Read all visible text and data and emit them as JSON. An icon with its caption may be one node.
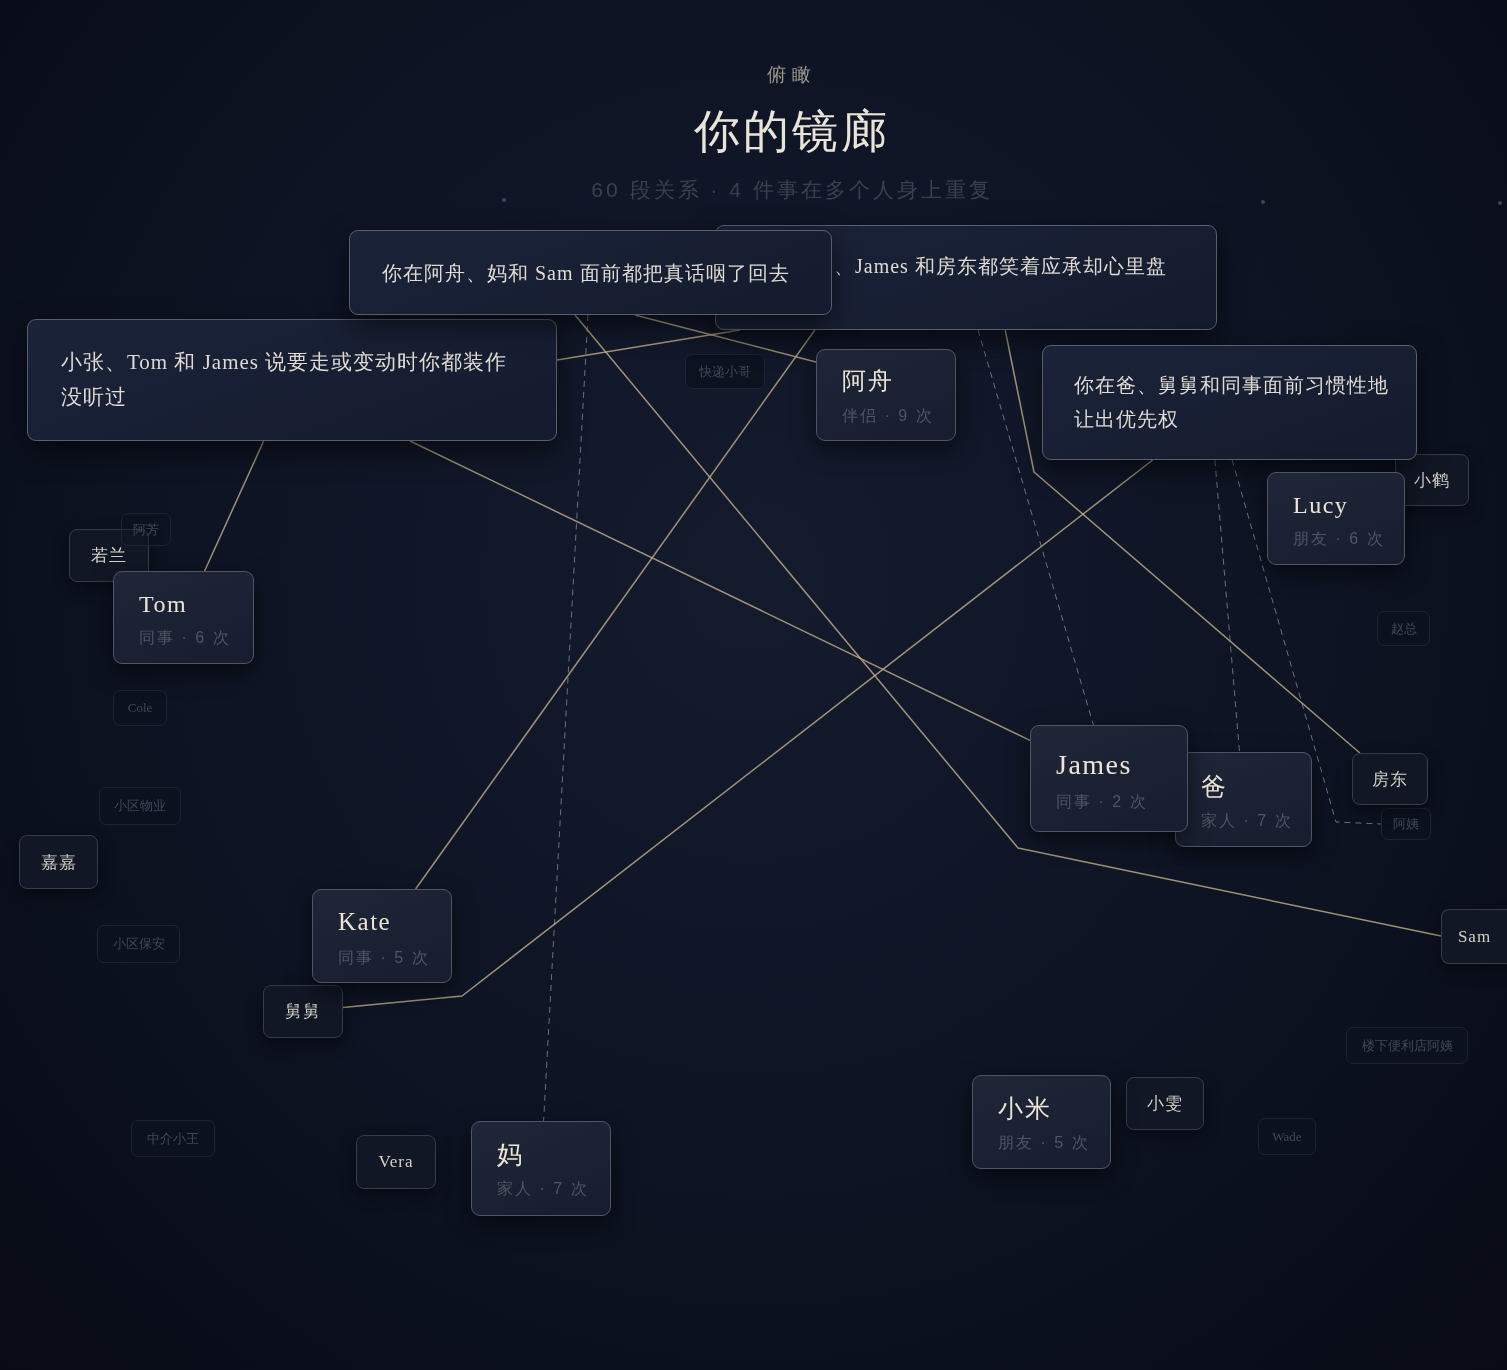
{
  "diagram": {
    "title": "你的镜廊",
    "nodes": [
      {
        "text": [
          "你在阿舟、妈和 Sam 面前都把真话咽了回去"
        ]
      },
      {
        "text": [
          "、James 和房东都笑着应承却心里盘"
        ]
      },
      {
        "text": [
          "小张、Tom 和 James 说要走或变动时你都装作没听过"
        ]
      },
      {
        "text": [
          "阿舟",
          "伴侣 · 9 次"
        ]
      },
      {
        "text": [
          "你在爸、舅舅和同事面前习惯性地让出优先权"
        ]
      },
      {
        "text": [
          "快递小哥"
        ]
      },
      {
        "text": [
          "小鹤"
        ]
      },
      {
        "text": [
          "Lucy",
          "朋友 · 6 次"
        ]
      },
      {
        "text": [
          "阿芳"
        ]
      },
      {
        "text": [
          "若兰"
        ]
      },
      {
        "text": [
          "Tom",
          "同事 · 6 次"
        ]
      },
      {
        "text": [
          "赵总"
        ]
      },
      {
        "text": [
          "Cole"
        ]
      },
      {
        "text": [
          "James",
          "同事 · 2 次"
        ]
      },
      {
        "text": [
          "爸",
          "家人 · 7 次"
        ]
      },
      {
        "text": [
          "房东"
        ]
      },
      {
        "text": [
          "小区物业"
        ]
      },
      {
        "text": [
          "阿姨"
        ]
      },
      {
        "text": [
          "嘉嘉"
        ]
      },
      {
        "text": [
          "Kate",
          "同事 · 5 次"
        ]
      },
      {
        "text": [
          "Sam"
        ]
      },
      {
        "text": [
          "小区保安"
        ]
      },
      {
        "text": [
          "舅舅"
        ]
      },
      {
        "text": [
          "楼下便利店阿姨"
        ]
      },
      {
        "text": [
          "小米",
          "朋友 · 5 次"
        ]
      },
      {
        "text": [
          "小雯"
        ]
      },
      {
        "text": [
          "中介小王"
        ]
      },
      {
        "text": [
          "Vera"
        ]
      },
      {
        "text": [
          "妈",
          "家人 · 7 次"
        ]
      },
      {
        "text": [
          "Wade"
        ]
      }
    ],
    "edges": [
      {
        "from": 0,
        "to": 3,
        "arrow": "none"
      },
      {
        "from": 0,
        "to": 28,
        "arrow": "none",
        "style": "dashed",
        "color": "#a9adb8"
      },
      {
        "from": 0,
        "to": 20,
        "arrow": "none"
      },
      {
        "from": 1,
        "to": 19,
        "arrow": "none"
      },
      {
        "from": 1,
        "to": 13,
        "arrow": "none",
        "style": "dashed",
        "color": "#a9adb8"
      },
      {
        "from": 1,
        "to": 15,
        "arrow": "none"
      },
      {
        "from": 2,
        "to": 10,
        "arrow": "none"
      },
      {
        "from": 2,
        "to": 13,
        "arrow": "none"
      },
      {
        "from": 2,
        "to": 1,
        "arrow": "none"
      },
      {
        "from": 4,
        "to": 14,
        "arrow": "none",
        "style": "dashed",
        "color": "#a9adb8"
      },
      {
        "from": 4,
        "to": 22,
        "arrow": "none"
      },
      {
        "from": 4,
        "to": 17,
        "arrow": "none",
        "style": "dashed",
        "color": "#a9adb8"
      }
    ],
    "labels": [
      "俯瞰",
      "60 段关系 · 4 件事在多个人身上重复"
    ]
  }
}
